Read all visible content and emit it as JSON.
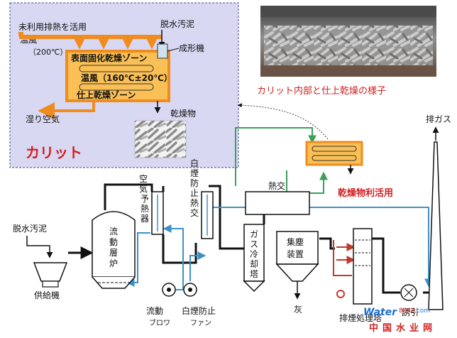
{
  "inset": {
    "heat_source": "未利用排熱を活用",
    "sludge_in": "脱水汚泥",
    "warm_air": "温風",
    "warm_air_temp": "（200℃）",
    "surface_zone": "表面固化乾燥ゾーン",
    "molding_machine": "成形機",
    "inner_temp": "温風（160℃±20℃）",
    "finish_zone": "仕上乾燥ゾーン",
    "humid_air": "湿り空気",
    "dried_product": "乾燥物",
    "karitto": "カリット"
  },
  "photo_caption": "カリット内部と仕上乾燥の様子",
  "process": {
    "sludge": "脱水汚泥",
    "feeder": "供給機",
    "furnace": [
      "流",
      "動",
      "層",
      "炉"
    ],
    "air_preheater": [
      "空",
      "気",
      "予",
      "熱",
      "器"
    ],
    "plume_heat_exchanger": [
      "白",
      "煙",
      "防",
      "止",
      "熱",
      "交"
    ],
    "gas_cooler": [
      "ガ",
      "ス",
      "冷",
      "却",
      "塔"
    ],
    "dust_collector": [
      "集塵",
      "装置"
    ],
    "heat_exchanger": "熱交",
    "dried_utilization": "乾燥物利活用",
    "exhaust_gas": "排ガス",
    "ash": "灰",
    "fluid_blower": [
      "流動",
      "ブロワ"
    ],
    "plume_fan": [
      "白煙防止",
      "ファン"
    ],
    "flue_tower": "排煙処理塔",
    "induced_fan": "誘引"
  },
  "watermark": {
    "brand": "Water",
    "number": "8848",
    "domain": ".com",
    "chinese": "中国水业网"
  },
  "colors": {
    "inset_bg": "#d8d8f2",
    "dryer_orange": "#f08c1e",
    "dryer_fill": "#fac055",
    "pipe_blue": "#3c92c8",
    "pipe_green": "#3aa05a",
    "pipe_red": "#c0392b",
    "accent_red": "#d22020"
  }
}
